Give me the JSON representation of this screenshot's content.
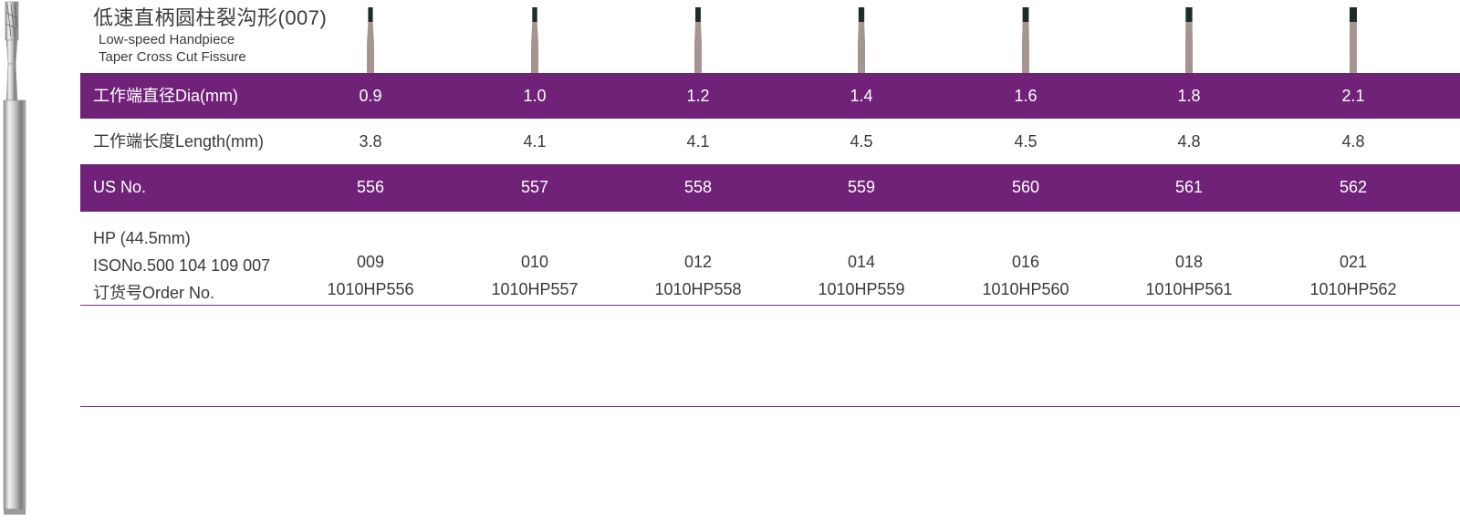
{
  "title": {
    "zh": "低速直柄圆柱裂沟形(007)",
    "en_line1": "Low-speed Handpiece",
    "en_line2": "Taper Cross Cut Fissure"
  },
  "colors": {
    "band": "#6f2277",
    "shank": "#a49590",
    "head": "#1f2a2a"
  },
  "labels": {
    "dia": "工作端直径Dia(mm)",
    "length": "工作端长度Length(mm)",
    "us": "US No.",
    "hp": "HP (44.5mm)",
    "iso": "ISONo.500 104 109 007",
    "order": "订货号Order No."
  },
  "products": [
    {
      "dia": "0.9",
      "length": "3.8",
      "us": "556",
      "iso": "009",
      "order": "1010HP556"
    },
    {
      "dia": "1.0",
      "length": "4.1",
      "us": "557",
      "iso": "010",
      "order": "1010HP557"
    },
    {
      "dia": "1.2",
      "length": "4.1",
      "us": "558",
      "iso": "012",
      "order": "1010HP558"
    },
    {
      "dia": "1.4",
      "length": "4.5",
      "us": "559",
      "iso": "014",
      "order": "1010HP559"
    },
    {
      "dia": "1.6",
      "length": "4.5",
      "us": "560",
      "iso": "016",
      "order": "1010HP560"
    },
    {
      "dia": "1.8",
      "length": "4.8",
      "us": "561",
      "iso": "018",
      "order": "1010HP561"
    },
    {
      "dia": "2.1",
      "length": "4.8",
      "us": "562",
      "iso": "021",
      "order": "1010HP562"
    }
  ]
}
